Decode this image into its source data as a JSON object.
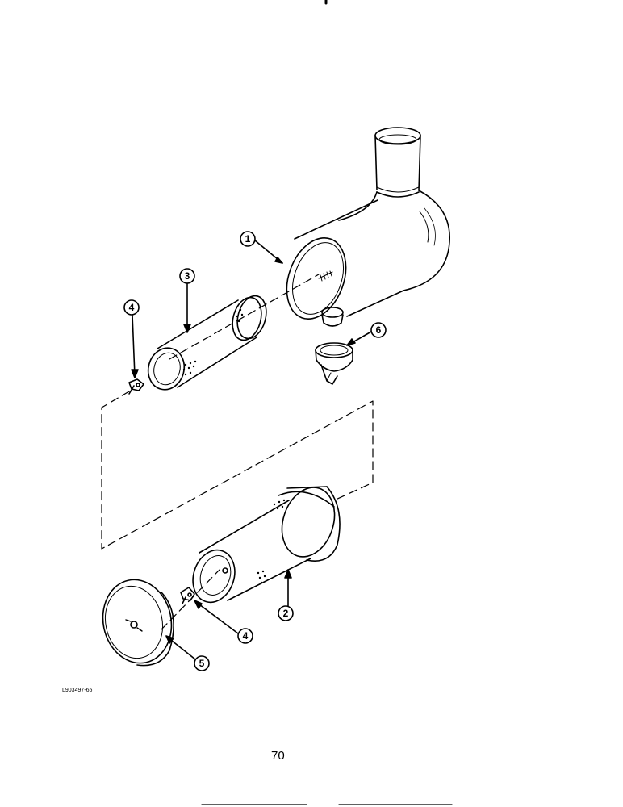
{
  "figure": {
    "id": "L903497-65",
    "page_number": "70"
  },
  "callouts": [
    {
      "number": "1",
      "part": "air-cleaner-housing"
    },
    {
      "number": "2",
      "part": "primary-filter-element"
    },
    {
      "number": "3",
      "part": "safety-filter-element"
    },
    {
      "number": "4",
      "part": "wing-nut"
    },
    {
      "number": "4",
      "part": "wing-nut"
    },
    {
      "number": "5",
      "part": "end-cover"
    },
    {
      "number": "6",
      "part": "dust-unloader-valve"
    }
  ]
}
